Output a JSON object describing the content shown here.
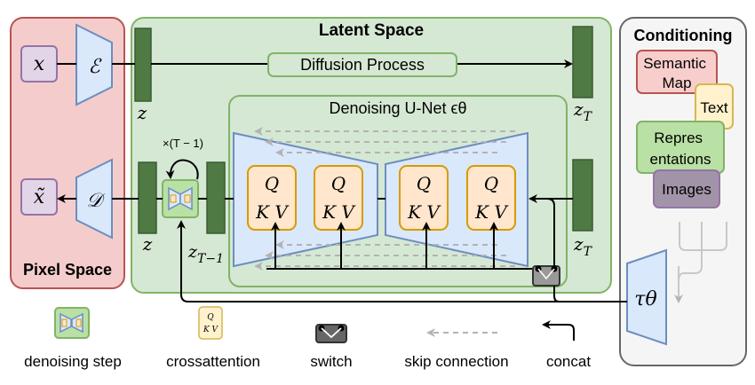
{
  "regions": {
    "pixel_space": "Pixel Space",
    "latent_space": "Latent Space",
    "conditioning": "Conditioning",
    "unet_title": "Denoising U-Net ϵθ"
  },
  "symbols": {
    "x": "x",
    "x_tilde": "x̃",
    "encoder": "ℰ",
    "decoder": "𝒟",
    "z_top": "z",
    "z_bottom": "z",
    "z_T_top": "zT",
    "z_T_bottom": "zT",
    "z_T_minus_1": "zT−1",
    "repeat": "×(T − 1)",
    "tau": "τθ"
  },
  "diffusion_process": "Diffusion Process",
  "attention_block": {
    "q": "Q",
    "kv": "K V"
  },
  "conditioning_items": [
    "Semantic Map",
    "Text",
    "Repres entations",
    "Images"
  ],
  "conditioning_lines": {
    "semantic_map": [
      "Semantic",
      "Map"
    ],
    "text": [
      "Text"
    ],
    "representations": [
      "Repres",
      "entations"
    ],
    "images": [
      "Images"
    ]
  },
  "legend": {
    "denoising_step": "denoising step",
    "crossattention": "crossattention",
    "switch": "switch",
    "skip_connection": "skip connection",
    "concat": "concat"
  },
  "colors": {
    "pixel_fill": "#f4cccc",
    "pixel_stroke": "#b85450",
    "latent_fill": "#d5e8d4",
    "latent_stroke": "#82b366",
    "cond_stroke": "#666666",
    "trapezoid_fill": "#dae8fc",
    "trapezoid_stroke": "#6c8ebf",
    "block_fill": "#ffe6cc",
    "block_stroke": "#d79b00",
    "latent_bar": "#4f7a44",
    "purple_fill": "#e1d5e7",
    "purple_stroke": "#9673a6",
    "skip_arrow": "#b3b3b3"
  }
}
